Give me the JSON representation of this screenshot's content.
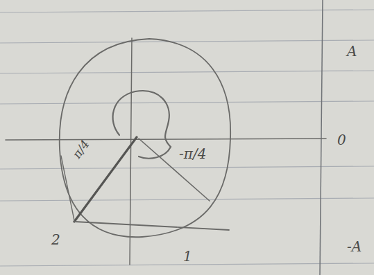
{
  "diagram": {
    "labels": [
      "π/4",
      "-π/4",
      "2",
      "1",
      "A",
      "0",
      "-A"
    ]
  }
}
